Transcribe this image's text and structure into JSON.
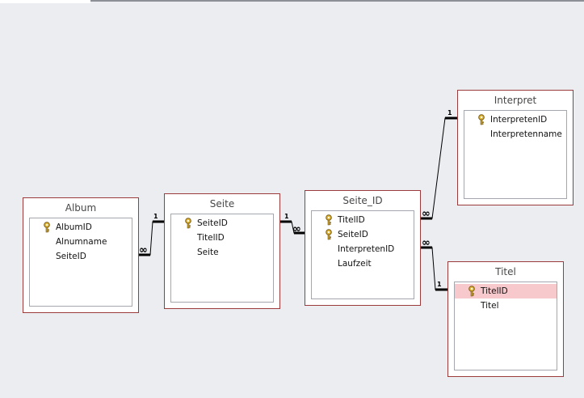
{
  "tables": {
    "album": {
      "title": "Album",
      "fields": [
        {
          "name": "AlbumID",
          "key": true
        },
        {
          "name": "Alnumname",
          "key": false
        },
        {
          "name": "SeiteID",
          "key": false
        }
      ]
    },
    "seite": {
      "title": "Seite",
      "fields": [
        {
          "name": "SeiteID",
          "key": true
        },
        {
          "name": "TitelID",
          "key": false
        },
        {
          "name": "Seite",
          "key": false
        }
      ]
    },
    "seite_id": {
      "title": "Seite_ID",
      "fields": [
        {
          "name": "TitelID",
          "key": true
        },
        {
          "name": "SeiteID",
          "key": true
        },
        {
          "name": "InterpretenID",
          "key": false
        },
        {
          "name": "Laufzeit",
          "key": false
        }
      ]
    },
    "interpret": {
      "title": "Interpret",
      "fields": [
        {
          "name": "InterpretenID",
          "key": true
        },
        {
          "name": "Interpretenname",
          "key": false
        }
      ]
    },
    "titel": {
      "title": "Titel",
      "fields": [
        {
          "name": "TitelID",
          "key": true,
          "selected": true
        },
        {
          "name": "Titel",
          "key": false
        }
      ]
    }
  },
  "relationships": {
    "one_symbol": "1",
    "many_symbol": "∞"
  }
}
